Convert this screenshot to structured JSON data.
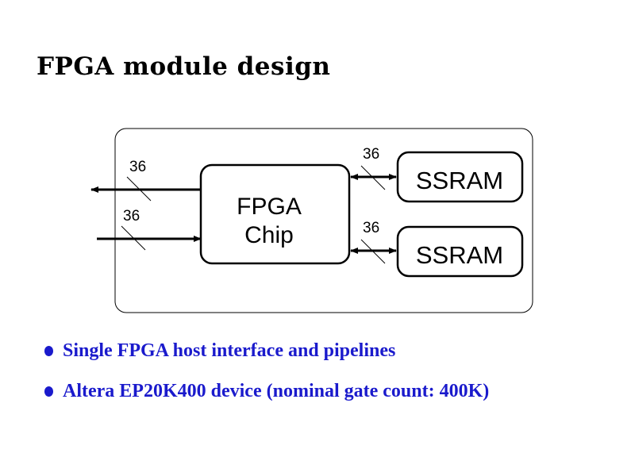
{
  "slide": {
    "title": "FPGA module design"
  },
  "diagram": {
    "fpga_block": {
      "line1": "FPGA",
      "line2": "Chip"
    },
    "memories": [
      {
        "label": "SSRAM"
      },
      {
        "label": "SSRAM"
      }
    ],
    "bus_widths": {
      "host_out": "36",
      "host_in": "36",
      "ssram_top": "36",
      "ssram_bottom": "36"
    }
  },
  "bullets": [
    {
      "text": "Single FPGA host interface and pipelines"
    },
    {
      "text": "Altera EP20K400 device (nominal gate count: 400K)"
    }
  ]
}
